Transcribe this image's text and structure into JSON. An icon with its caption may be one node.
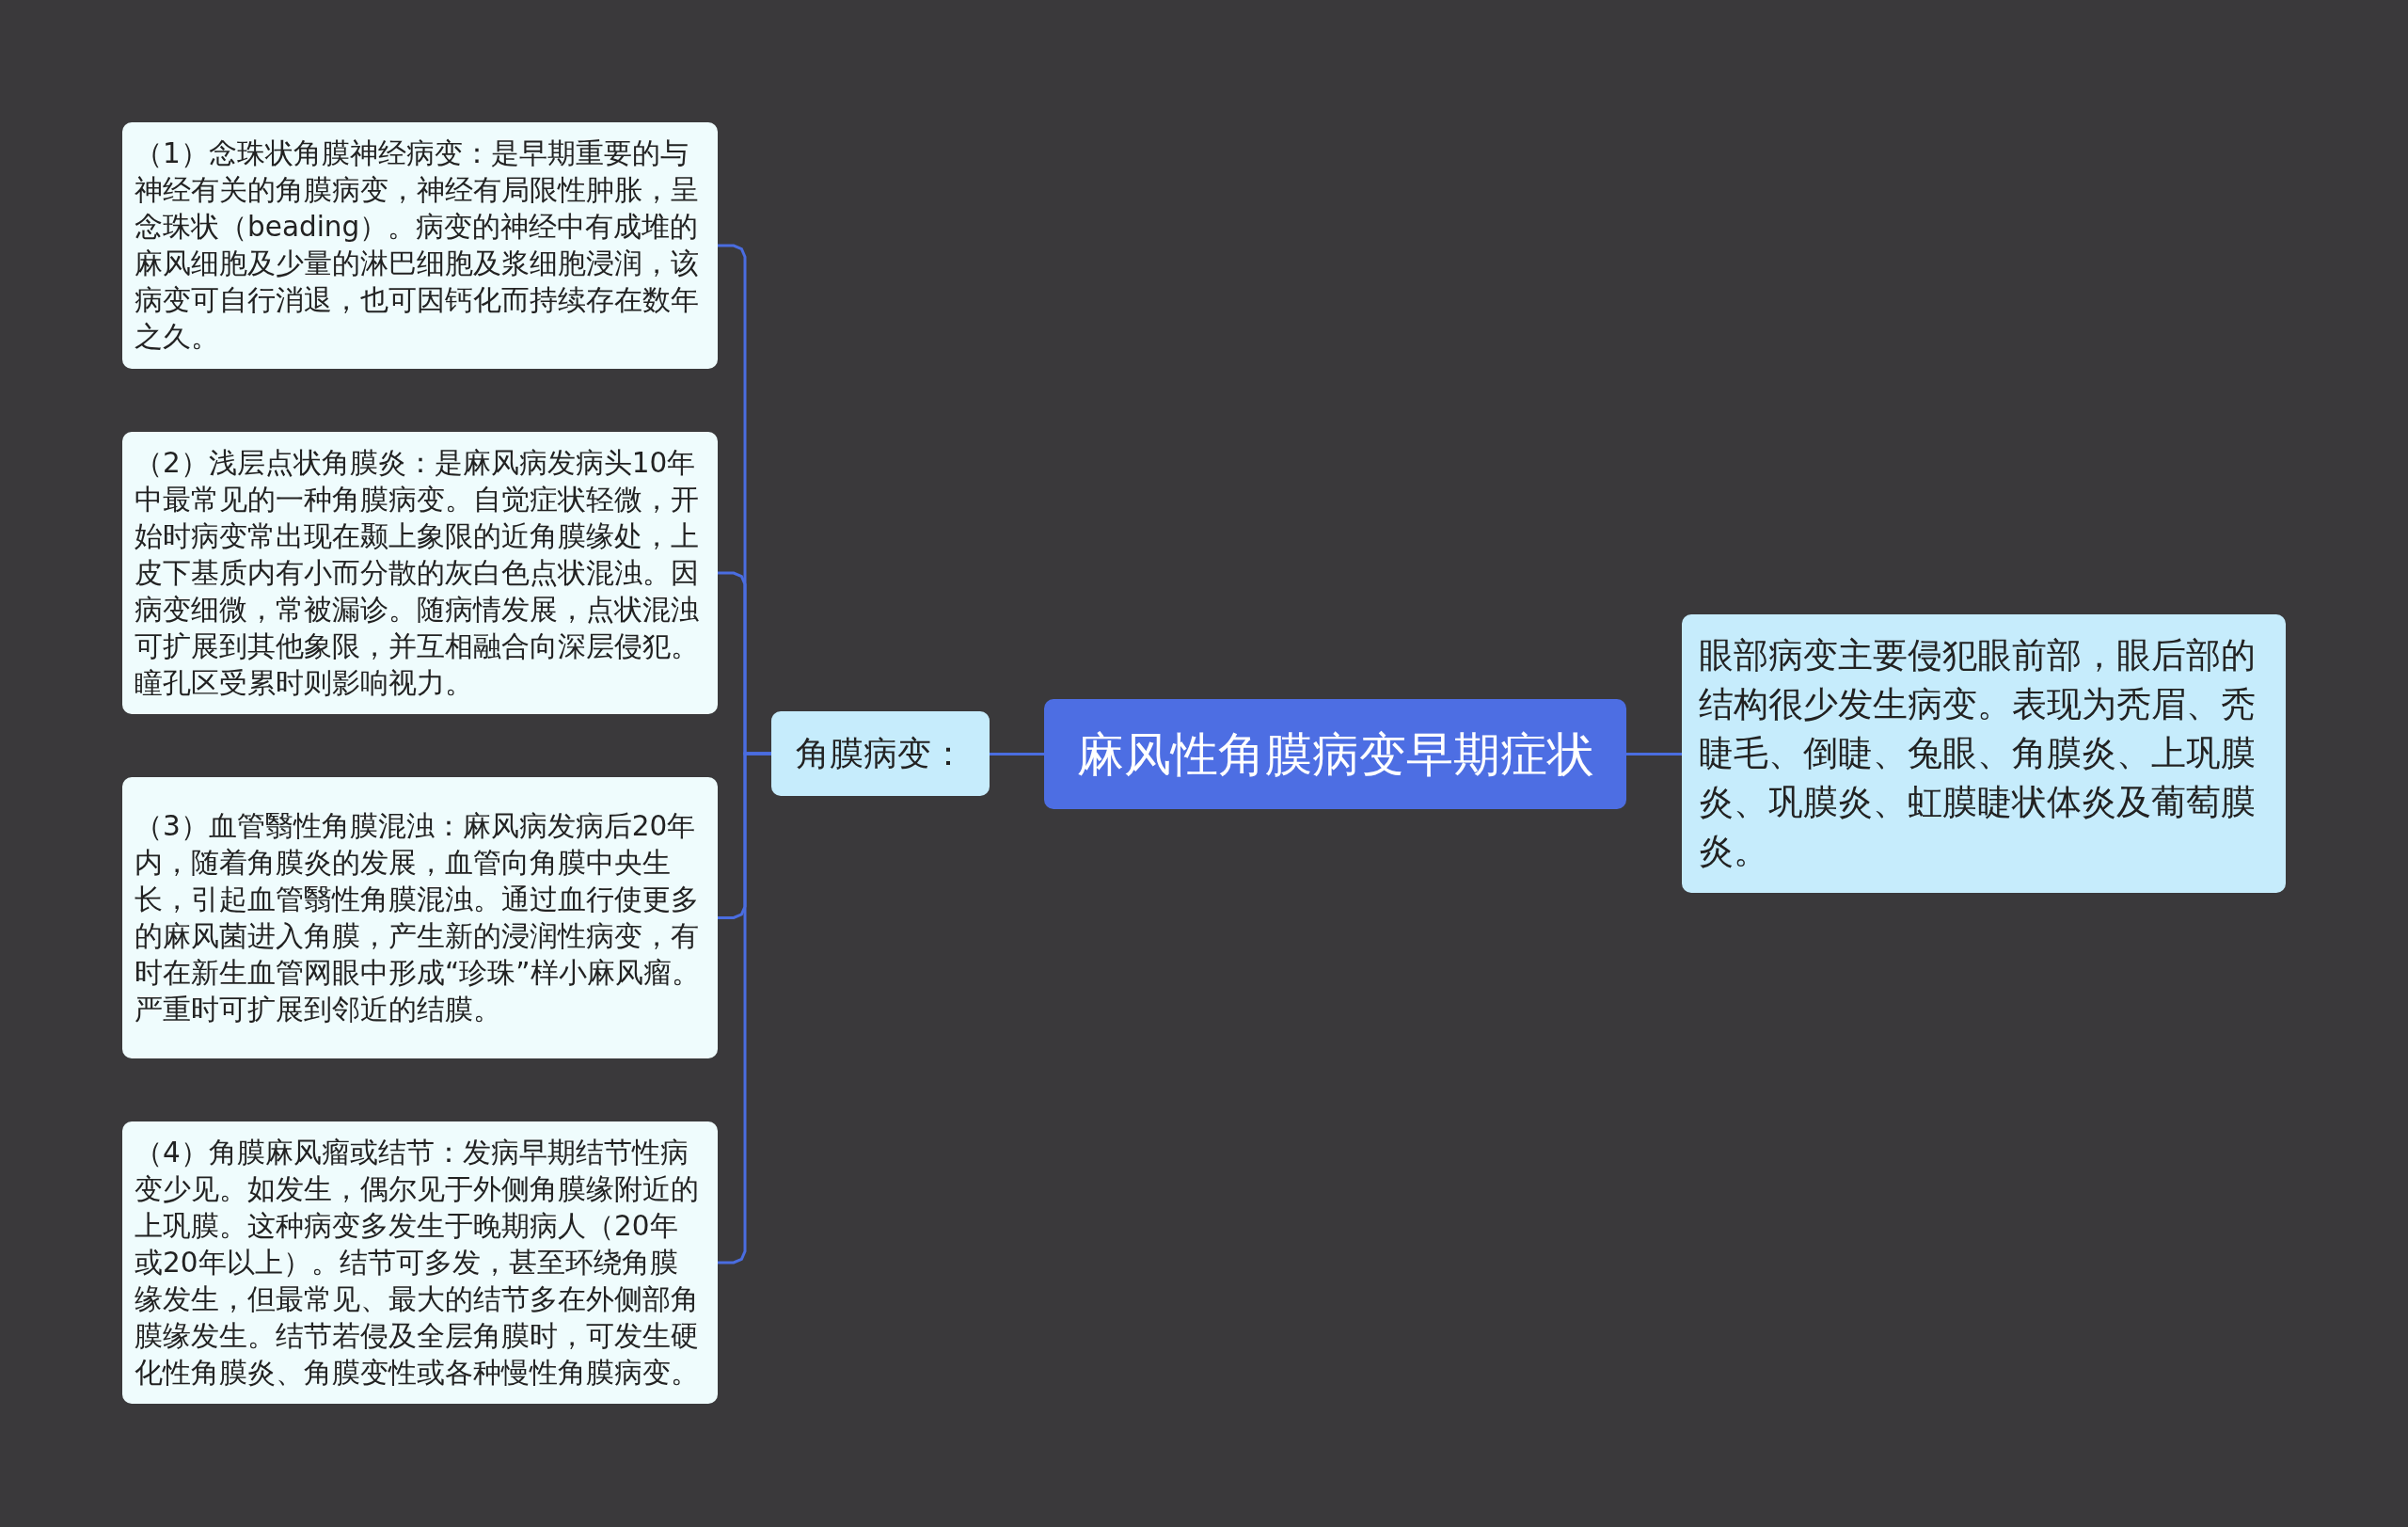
{
  "diagram": {
    "nodes": [
      {
        "text": [
          "麻风性角膜病变早期症状"
        ]
      },
      {
        "text": [
          "角膜病变："
        ]
      },
      {
        "text": [
          "（1）念珠状角膜神经病变：是早期重要的与神经有关的角膜病变，神经有局限性肿胀，呈念珠状（beading）。病变的神经中有成堆的麻风细胞及少量的淋巴细胞及浆细胞浸润，该病变可自行消退，也可因钙化而持续存在数年之久。"
        ]
      },
      {
        "text": [
          "（2）浅层点状角膜炎：是麻风病发病头10年中最常见的一种角膜病变。自觉症状轻微，开始时病变常出现在颞上象限的近角膜缘处，上皮下基质内有小而分散的灰白色点状混浊。因病变细微，常被漏诊。随病情发展，点状混浊可扩展到其他象限，并互相融合向深层侵犯。瞳孔区受累时则影响视力。"
        ]
      },
      {
        "text": [
          "（3）血管翳性角膜混浊：麻风病发病后20年内，随着角膜炎的发展，血管向角膜中央生长，引起血管翳性角膜混浊。通过血行使更多的麻风菌进入角膜，产生新的浸润性病变，有时在新生血管网眼中形成“珍珠”样小麻风瘤。严重时可扩展到邻近的结膜。"
        ]
      },
      {
        "text": [
          "（4）角膜麻风瘤或结节：发病早期结节性病变少见。如发生，偶尔见于外侧角膜缘附近的上巩膜。这种病变多发生于晚期病人（20年或20年以上）。结节可多发，甚至环绕角膜缘发生，但最常见、最大的结节多在外侧部角膜缘发生。结节若侵及全层角膜时，可发生硬化性角膜炎、角膜变性或各种慢性角膜病变。"
        ]
      },
      {
        "text": [
          "眼部病变主要侵犯眼前部，眼后部的结构很少发生病变。表现为秃眉、秃睫毛、倒睫、兔眼、角膜炎、上巩膜炎、巩膜炎、虹膜睫状体炎及葡萄膜炎。"
        ]
      }
    ],
    "edges": [
      {
        "from": 0,
        "to": 1,
        "arrow": "none"
      },
      {
        "from": 1,
        "to": 2,
        "arrow": "none"
      },
      {
        "from": 1,
        "to": 3,
        "arrow": "none"
      },
      {
        "from": 1,
        "to": 4,
        "arrow": "none"
      },
      {
        "from": 1,
        "to": 5,
        "arrow": "none"
      },
      {
        "from": 0,
        "to": 6,
        "arrow": "none"
      }
    ]
  }
}
